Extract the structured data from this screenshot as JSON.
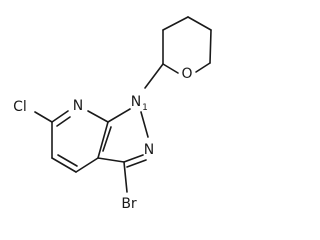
{
  "molecule": {
    "atoms": {
      "ring_oxygen": "O",
      "ring_nitrogen_n1": "N",
      "ring_nitrogen_n1_locant": "1",
      "ring_nitrogen_n2": "N",
      "pyridine_nitrogen": "N",
      "chlorine": "Cl",
      "bromine": "Br"
    }
  }
}
